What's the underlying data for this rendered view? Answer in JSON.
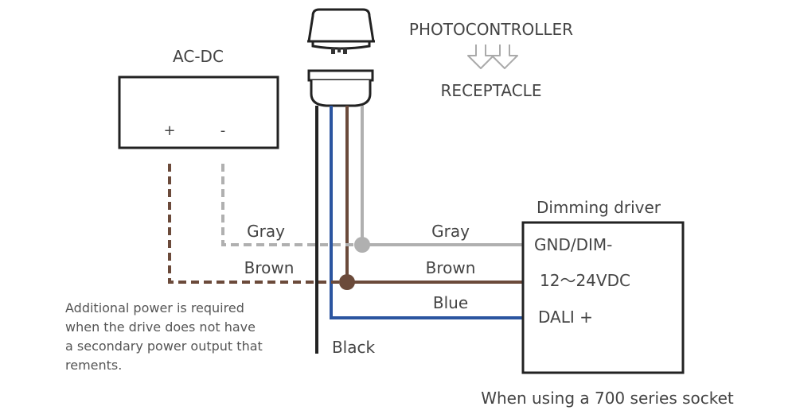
{
  "colors": {
    "gray_wire": "#b0b0b0",
    "brown_wire": "#6b4a3a",
    "blue_wire": "#2b55a0",
    "black_wire": "#222222",
    "outline": "#222222",
    "text": "#444444"
  },
  "acdc": {
    "title": "AC-DC",
    "plus": "+",
    "minus": "-"
  },
  "photocontroller": {
    "top_label": "PHOTOCONTROLLER",
    "bottom_label": "RECEPTACLE"
  },
  "wires": {
    "gray_left": "Gray",
    "gray_right": "Gray",
    "brown_left": "Brown",
    "brown_right": "Brown",
    "blue": "Blue",
    "black": "Black"
  },
  "driver": {
    "title": "Dimming driver",
    "terminal_1": "GND/DIM-",
    "terminal_2": "12～24VDC",
    "terminal_3": "DALI +"
  },
  "note": {
    "line1": "Additional power is required",
    "line2": "when the drive does not have",
    "line3": "a secondary power output that",
    "line4": "rements."
  },
  "footer": "When using a 700 series socket"
}
